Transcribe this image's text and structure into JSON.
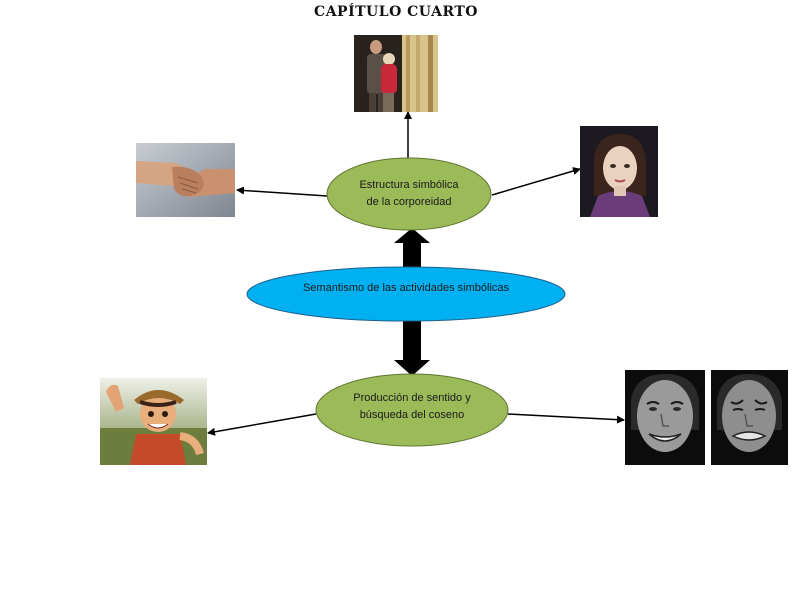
{
  "title": "CAPÍTULO CUARTO",
  "nodes": {
    "top": {
      "line1": "Estructura simbólica",
      "line2": "de la corporeidad",
      "fill": "#9bbb59",
      "stroke": "#5f7530"
    },
    "center": {
      "label": "Semantismo de las actividades simbólicas",
      "fill": "#00b0f0",
      "stroke": "#1f5f8b"
    },
    "bottom": {
      "line1": "Producción de sentido y",
      "line2": "búsqueda del coseno",
      "fill": "#9bbb59",
      "stroke": "#5f7530"
    }
  },
  "images": [
    {
      "name": "couple-embrace-photo",
      "icon": "couple-embrace"
    },
    {
      "name": "handshake-photo",
      "icon": "handshake"
    },
    {
      "name": "woman-portrait-photo",
      "icon": "woman-portrait"
    },
    {
      "name": "cartoon-boy-image",
      "icon": "cartoon-boy"
    },
    {
      "name": "smiling-face-photo",
      "icon": "smiling-face"
    },
    {
      "name": "crying-face-photo",
      "icon": "crying-face"
    }
  ],
  "colors": {
    "block_arrow": "#000000",
    "connector": "#000000"
  }
}
